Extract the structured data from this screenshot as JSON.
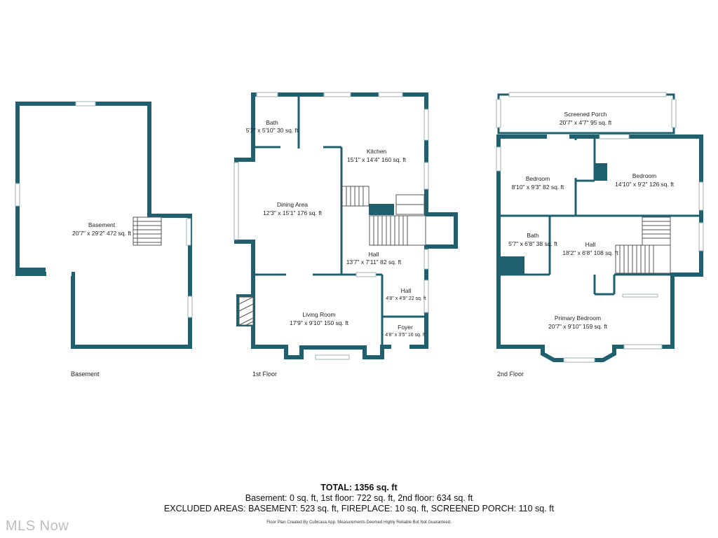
{
  "floors": {
    "basement": {
      "label": "Basement",
      "rooms": [
        {
          "name": "Basement",
          "dims": "20'7\" x 29'2\" 472 sq. ft"
        }
      ]
    },
    "first": {
      "label": "1st Floor",
      "rooms": [
        {
          "name": "Bath",
          "dims": "5'2\" x 5'10\" 30 sq. ft"
        },
        {
          "name": "Kitchen",
          "dims": "15'1\" x 14'4\" 160 sq. ft"
        },
        {
          "name": "Dining Area",
          "dims": "12'3\" x 15'1\" 176 sq. ft"
        },
        {
          "name": "Hall",
          "dims": "13'7\" x 7'11\" 82 sq. ft"
        },
        {
          "name": "Hall",
          "dims": "4'8\" x 4'9\" 22 sq. ft"
        },
        {
          "name": "Living Room",
          "dims": "17'9\" x 9'10\" 150 sq. ft"
        },
        {
          "name": "Foyer",
          "dims": "4'8\" x 3'5\" 16 sq. ft"
        }
      ]
    },
    "second": {
      "label": "2nd Floor",
      "rooms": [
        {
          "name": "Screened Porch",
          "dims": "20'7\" x 4'7\" 95 sq. ft"
        },
        {
          "name": "Bedroom",
          "dims": "8'10\" x 9'3\" 82 sq. ft"
        },
        {
          "name": "Bedroom",
          "dims": "14'10\" x 9'2\" 126 sq. ft"
        },
        {
          "name": "Bath",
          "dims": "5'7\" x 6'8\" 38 sq. ft"
        },
        {
          "name": "Hall",
          "dims": "18'2\" x 6'8\" 108 sq. ft"
        },
        {
          "name": "Primary Bedroom",
          "dims": "20'7\" x 9'10\" 159 sq. ft"
        }
      ]
    }
  },
  "summary": {
    "total": "TOTAL: 1356 sq. ft",
    "floors_line": "Basement: 0 sq. ft, 1st floor: 722 sq. ft, 2nd floor: 634 sq. ft",
    "excluded_line": "EXCLUDED AREAS: BASEMENT: 523 sq. ft, FIREPLACE: 10 sq. ft, SCREENED PORCH: 110 sq. ft"
  },
  "disclaimer": "Floor Plan Created By Cubicasa App. Measurements Deemed Highly Reliable But Not Guaranteed.",
  "logo_text": "MLS Now",
  "colors": {
    "wall": "#1f5f6e",
    "window": "#9fb3b8"
  }
}
